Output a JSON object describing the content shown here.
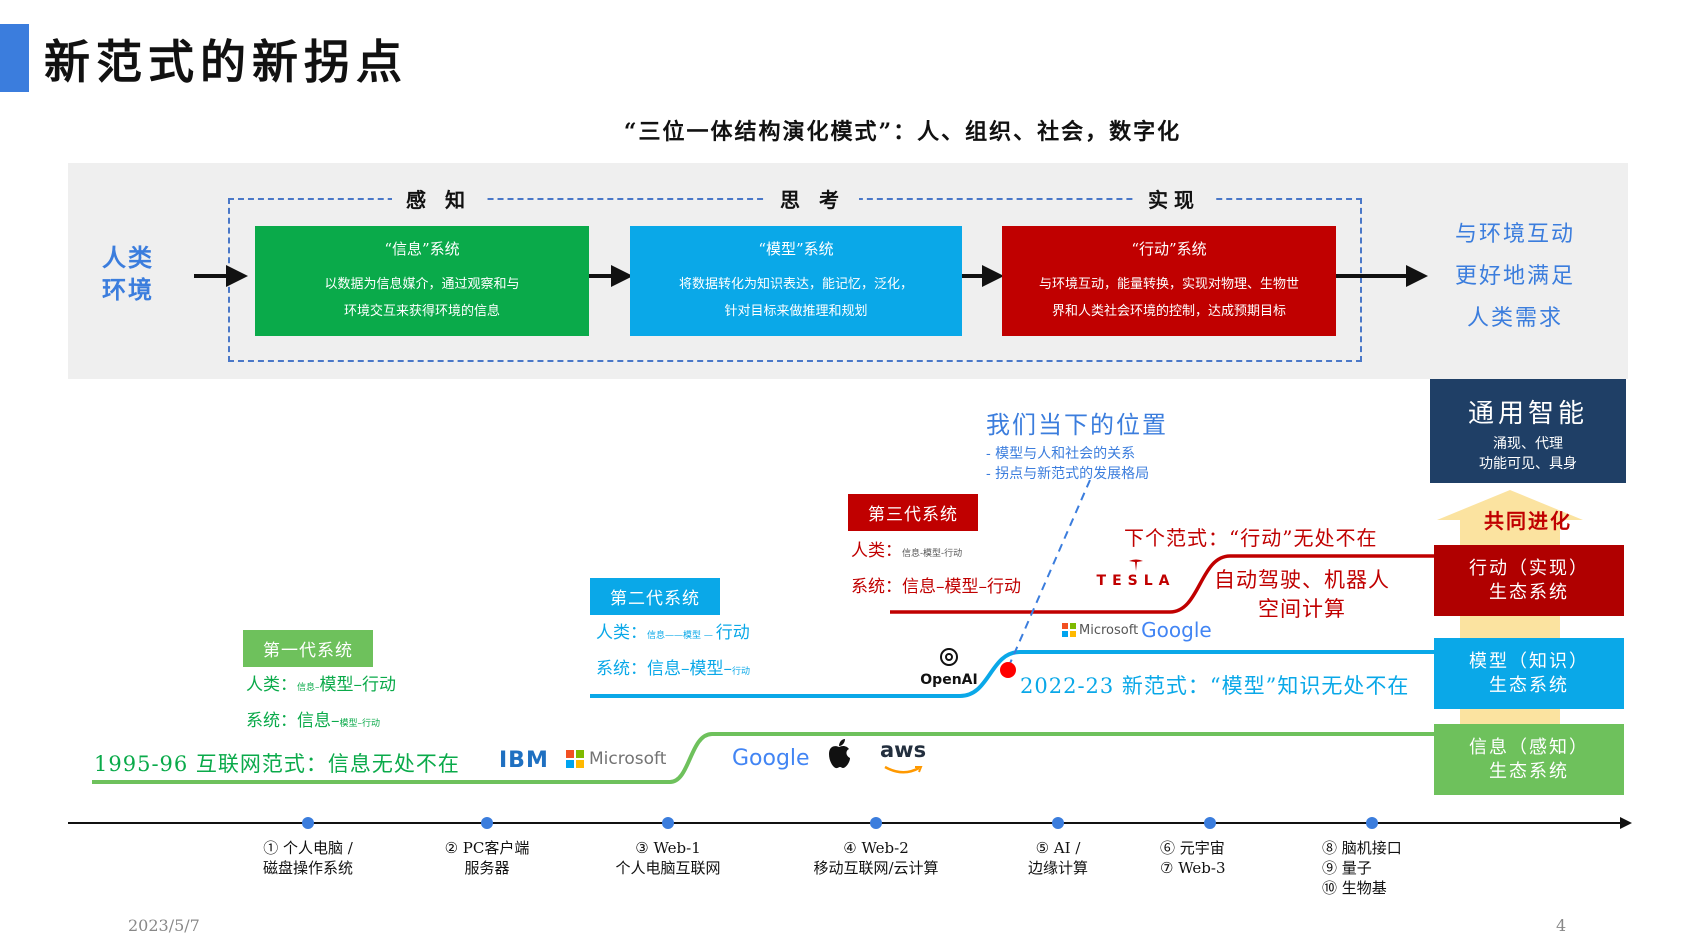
{
  "header": {
    "title": "新范式的新拐点",
    "subtitle": "“三位一体结构演化模式”：人、组织、社会，数字化"
  },
  "framework": {
    "left_label": [
      "人类",
      "环境"
    ],
    "stages": [
      "感 知",
      "思 考",
      "实现"
    ],
    "systems": [
      {
        "title": "“信息”系统",
        "lines": [
          "以数据为信息媒介，通过观察和与",
          "环境交互来获得环境的信息"
        ],
        "color": "#0aaa4a"
      },
      {
        "title": "“模型”系统",
        "lines": [
          "将数据转化为知识表达，能记忆，泛化，",
          "针对目标来做推理和规划"
        ],
        "color": "#0aa8e8"
      },
      {
        "title": "“行动”系统",
        "lines": [
          "与环境互动，能量转换，实现对物理、生物世",
          "界和人类社会环境的控制，达成预期目标"
        ],
        "color": "#c00000"
      }
    ],
    "right_label": [
      "与环境互动",
      "更好地满足",
      "人类需求"
    ]
  },
  "position_note": {
    "title": "我们当下的位置",
    "items": [
      "- 模型与人和社会的关系",
      "- 拐点与新范式的发展格局"
    ]
  },
  "generations": [
    {
      "title": "第一代系统",
      "color": "#6ec15c",
      "human_label": "人类：",
      "human_small": "信息–",
      "human_big": "模型–行动",
      "system_label": "系统：",
      "system_big": "信息–",
      "system_small": "模型–行动"
    },
    {
      "title": "第二代系统",
      "color": "#0aa8e8",
      "human_label": "人类：",
      "human_small": "信息——模型 — ",
      "human_big": "行动",
      "system_label": "系统：",
      "system_big": "信息–模型–",
      "system_small": "行动"
    },
    {
      "title": "第三代系统",
      "color": "#c00000",
      "human_label": "人类：",
      "human_small": "信息-模型-行动",
      "human_big": "",
      "system_label": "系统：",
      "system_big": "信息–模型–行动",
      "system_small": ""
    }
  ],
  "paradigms": {
    "green": "1995-96 互联网范式：信息无处不在",
    "blue": "2022-23 新范式：“模型”知识无处不在",
    "red": "下个范式：“行动”无处不在",
    "red_sub": [
      "自动驾驶、机器人",
      "空间计算"
    ]
  },
  "logos": {
    "ibm": "IBM",
    "microsoft": "Microsoft",
    "google": "Google",
    "aws": "aws",
    "openai": "OpenAI",
    "tesla": "TESLA",
    "microsoft_google": [
      "Microsoft",
      "Google"
    ]
  },
  "right_stack": {
    "agi_title": "通用智能",
    "agi_sub": [
      "涌现、代理",
      "功能可见、具身"
    ],
    "coevolve": "共同进化",
    "eco": [
      {
        "lines": [
          "行动（实现）",
          "生态系统"
        ],
        "color": "#b00000"
      },
      {
        "lines": [
          "模型（知识）",
          "生态系统"
        ],
        "color": "#0aa8e8"
      },
      {
        "lines": [
          "信息（感知）",
          "生态系统"
        ],
        "color": "#6ec15c"
      }
    ]
  },
  "timeline": [
    {
      "lines": [
        "① 个人电脑 /",
        "磁盘操作系统"
      ]
    },
    {
      "lines": [
        "② PC客户端",
        "服务器"
      ]
    },
    {
      "lines": [
        "③ Web-1",
        "个人电脑互联网"
      ]
    },
    {
      "lines": [
        "④ Web-2",
        "移动互联网/云计算"
      ]
    },
    {
      "lines": [
        "⑤ AI /",
        "边缘计算"
      ]
    },
    {
      "lines": [
        "⑥ 元宇宙",
        "⑦ Web-3"
      ]
    },
    {
      "lines": [
        "⑧ 脑机接口",
        "⑨ 量子",
        "⑩ 生物基"
      ]
    }
  ],
  "footer": {
    "date": "2023/5/7",
    "page": "4"
  },
  "colors": {
    "accent": "#3b7ddd",
    "green": "#0aaa4a",
    "blue": "#0aa8e8",
    "red": "#c00000",
    "navy": "#1f3f66",
    "yellow": "#fbe3a0"
  }
}
